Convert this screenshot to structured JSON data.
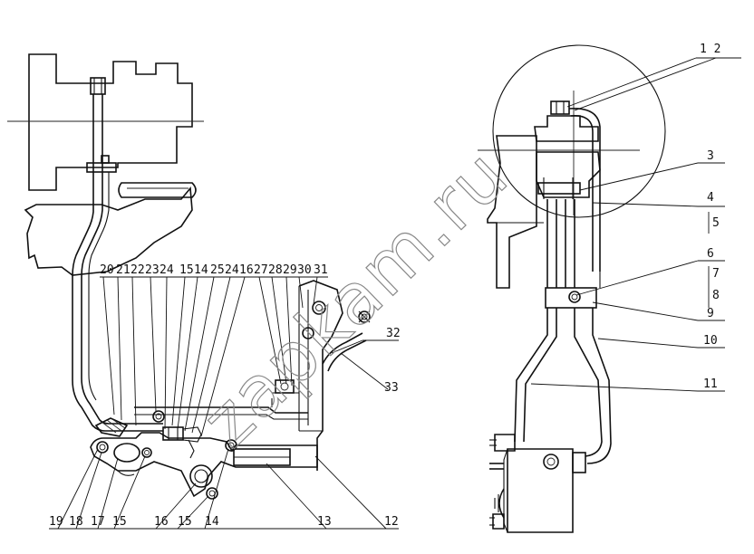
{
  "watermark": "zapkam.ru",
  "labels": {
    "callout_1_2": "1  2",
    "c3": "3",
    "c4": "4",
    "c5": "5",
    "c6": "6",
    "c7": "7",
    "c8": "8",
    "c9": "9",
    "c10": "10",
    "c11": "11",
    "c12": "12",
    "c13": "13",
    "c14_bottom": "14",
    "c15_a": "15",
    "c15_b": "15",
    "c16_bottom": "16",
    "c17": "17",
    "c18": "18",
    "c19": "19",
    "top_row": [
      "20",
      "21",
      "22",
      "23",
      "24",
      "15",
      "14",
      "25",
      "24",
      "16",
      "27",
      "28",
      "29",
      "30",
      "31"
    ],
    "c32": "32",
    "c33": "33"
  }
}
